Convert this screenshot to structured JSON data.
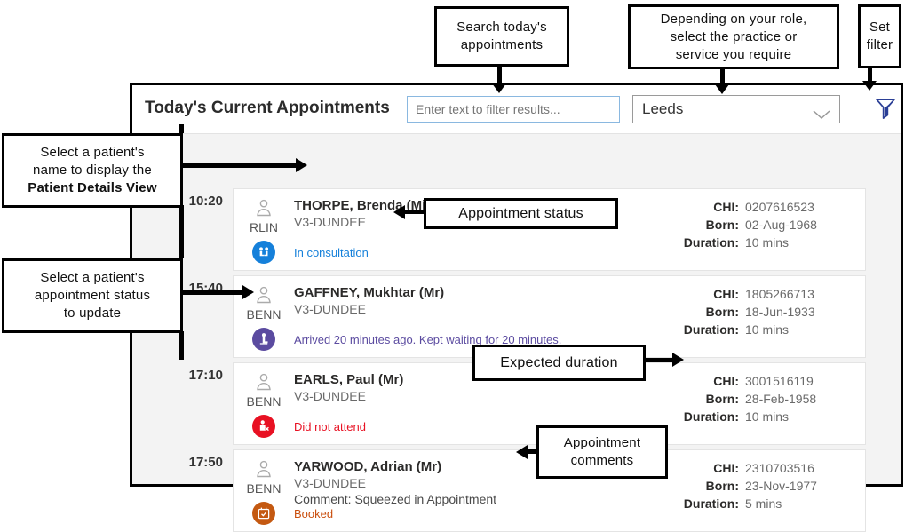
{
  "header": {
    "title": "Today's Current Appointments",
    "search_placeholder": "Enter text to filter results...",
    "practice_selected": "Leeds"
  },
  "labels": {
    "chi": "CHI:",
    "born": "Born:",
    "duration": "Duration:"
  },
  "appointments": [
    {
      "time": "10:20",
      "clinician": "RLIN",
      "name": "THORPE, Brenda (Miss)",
      "org": "V3-DUNDEE",
      "status": "In consultation",
      "status_color": "#1580da",
      "icon": "in-consultation",
      "icon_bg": "#1580da",
      "chi": "0207616523",
      "born": "02-Aug-1968",
      "duration": "10 mins",
      "comment": ""
    },
    {
      "time": "15:40",
      "clinician": "BENN",
      "name": "GAFFNEY, Mukhtar (Mr)",
      "org": "V3-DUNDEE",
      "status": "Arrived 20 minutes ago. Kept waiting for 20 minutes.",
      "status_color": "#5b4ba0",
      "icon": "arrived",
      "icon_bg": "#5b4ba0",
      "chi": "1805266713",
      "born": "18-Jun-1933",
      "duration": "10 mins",
      "comment": ""
    },
    {
      "time": "17:10",
      "clinician": "BENN",
      "name": "EARLS, Paul (Mr)",
      "org": "V3-DUNDEE",
      "status": "Did not attend",
      "status_color": "#e81123",
      "icon": "did-not-attend",
      "icon_bg": "#e81123",
      "chi": "3001516119",
      "born": "28-Feb-1958",
      "duration": "10 mins",
      "comment": ""
    },
    {
      "time": "17:50",
      "clinician": "BENN",
      "name": "YARWOOD, Adrian (Mr)",
      "org": "V3-DUNDEE",
      "status": "Booked",
      "status_color": "#ca5010",
      "icon": "booked",
      "icon_bg": "#c45911",
      "chi": "2310703516",
      "born": "23-Nov-1977",
      "duration": "5 mins",
      "comment": "Comment: Squeezed in Appointment"
    }
  ],
  "callouts": {
    "search": {
      "lines": [
        "Search today's",
        "appointments"
      ]
    },
    "role": {
      "lines": [
        "Depending on your role,",
        "select the practice or",
        "service you require"
      ]
    },
    "set_filter": {
      "lines": [
        "Set",
        "filter"
      ]
    },
    "patient_name": {
      "lines": [
        "Select a patient's",
        "name to display the"
      ],
      "bold_line": "Patient Details View"
    },
    "status_update": {
      "lines": [
        "Select a patient's",
        "appointment status",
        "to update"
      ]
    },
    "appointment_status": {
      "label": "Appointment status"
    },
    "expected_duration": {
      "label": "Expected duration"
    },
    "appointment_comments": {
      "lines": [
        "Appointment",
        "comments"
      ]
    }
  },
  "colors": {
    "in_consultation": "#1580da",
    "arrived": "#5b4ba0",
    "did_not_attend": "#e81123",
    "booked": "#ca5010",
    "filter_icon": "#2b3f96",
    "search_border": "#8ab8e0"
  }
}
